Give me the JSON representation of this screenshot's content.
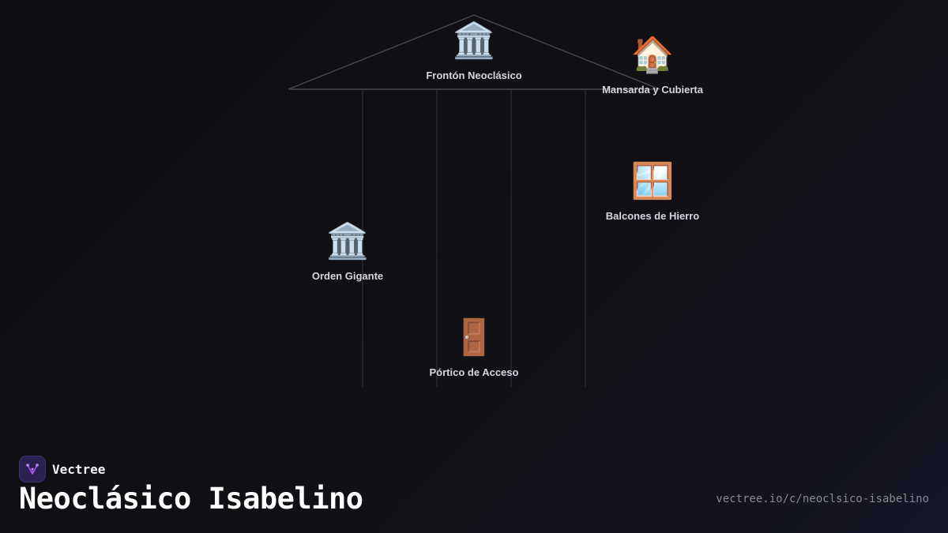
{
  "diagram": {
    "nodes": [
      {
        "id": "fronton",
        "label": "Frontón Neoclásico",
        "icon": "classical-building-icon",
        "glyph": "🏛️"
      },
      {
        "id": "mansarda",
        "label": "Mansarda y Cubierta",
        "icon": "house-icon",
        "glyph": "🏠"
      },
      {
        "id": "balcones",
        "label": "Balcones de Hierro",
        "icon": "window-icon",
        "glyph": "🪟"
      },
      {
        "id": "orden",
        "label": "Orden Gigante",
        "icon": "classical-building-icon",
        "glyph": "🏛️"
      },
      {
        "id": "portico",
        "label": "Pórtico de Acceso",
        "icon": "door-icon",
        "glyph": "🚪"
      }
    ]
  },
  "brand": {
    "name": "Vectree",
    "logo_icon": "vectree-logo-icon",
    "accent": "#a855f7"
  },
  "title": "Neoclásico Isabelino",
  "url": "vectree.io/c/neoclsico-isabelino",
  "colors": {
    "background": "#0f0f14",
    "structure_lines": "#44444c",
    "label_text": "#d6d6de"
  }
}
